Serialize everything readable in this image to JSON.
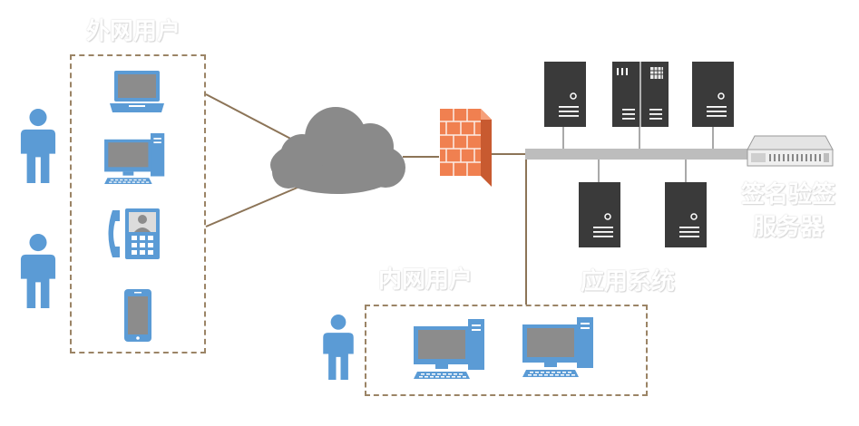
{
  "labels": {
    "external_users": "外网用户",
    "internal_users": "内网用户",
    "app_systems": "应用系统",
    "sign_server_line1": "签名验签",
    "sign_server_line2": "服务器"
  },
  "colors": {
    "user_icon": "#5b9bd5",
    "device_gray": "#8c8c8c",
    "server_dark": "#3a3a3a",
    "firewall": "#f08050",
    "cloud": "#8a8a8a",
    "bus": "#bdbdbd",
    "link": "#8c7457",
    "group_border": "#9b8466"
  },
  "icons": [
    "user-icon",
    "laptop-icon",
    "desktop-icon",
    "phone-icon",
    "tablet-icon",
    "cloud-icon",
    "firewall-icon",
    "server-icon",
    "rack-server-icon"
  ]
}
